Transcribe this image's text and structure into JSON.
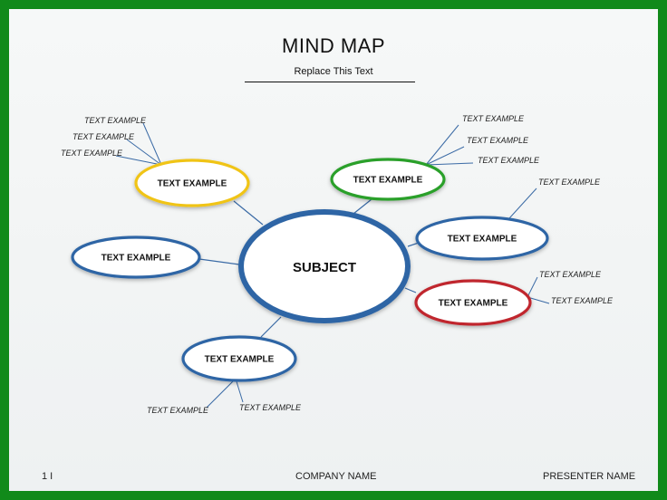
{
  "title": "MIND MAP",
  "subtitle": "Replace This Text",
  "subject": "SUBJECT",
  "nodes": [
    {
      "label": "TEXT EXAMPLE",
      "color": "#f0c419",
      "leaves": [
        "TEXT EXAMPLE",
        "TEXT EXAMPLE",
        "TEXT EXAMPLE"
      ]
    },
    {
      "label": "TEXT EXAMPLE",
      "color": "#2ca02c",
      "leaves": [
        "TEXT EXAMPLE",
        "TEXT EXAMPLE",
        "TEXT EXAMPLE"
      ]
    },
    {
      "label": "TEXT EXAMPLE",
      "color": "#2d65a5",
      "leaves": [
        "TEXT EXAMPLE"
      ]
    },
    {
      "label": "TEXT EXAMPLE",
      "color": "#c0282d",
      "leaves": [
        "TEXT EXAMPLE",
        "TEXT EXAMPLE"
      ]
    },
    {
      "label": "TEXT EXAMPLE",
      "color": "#2d65a5",
      "leaves": [
        "TEXT EXAMPLE",
        "TEXT EXAMPLE"
      ]
    },
    {
      "label": "TEXT EXAMPLE",
      "color": "#2d65a5",
      "leaves": []
    }
  ],
  "colors": {
    "subject": "#2d65a5",
    "connector": "#3a6aa5",
    "frame": "#118a1a"
  },
  "footer": {
    "page": "1 I",
    "company": "COMPANY NAME",
    "presenter": "PRESENTER NAME"
  }
}
